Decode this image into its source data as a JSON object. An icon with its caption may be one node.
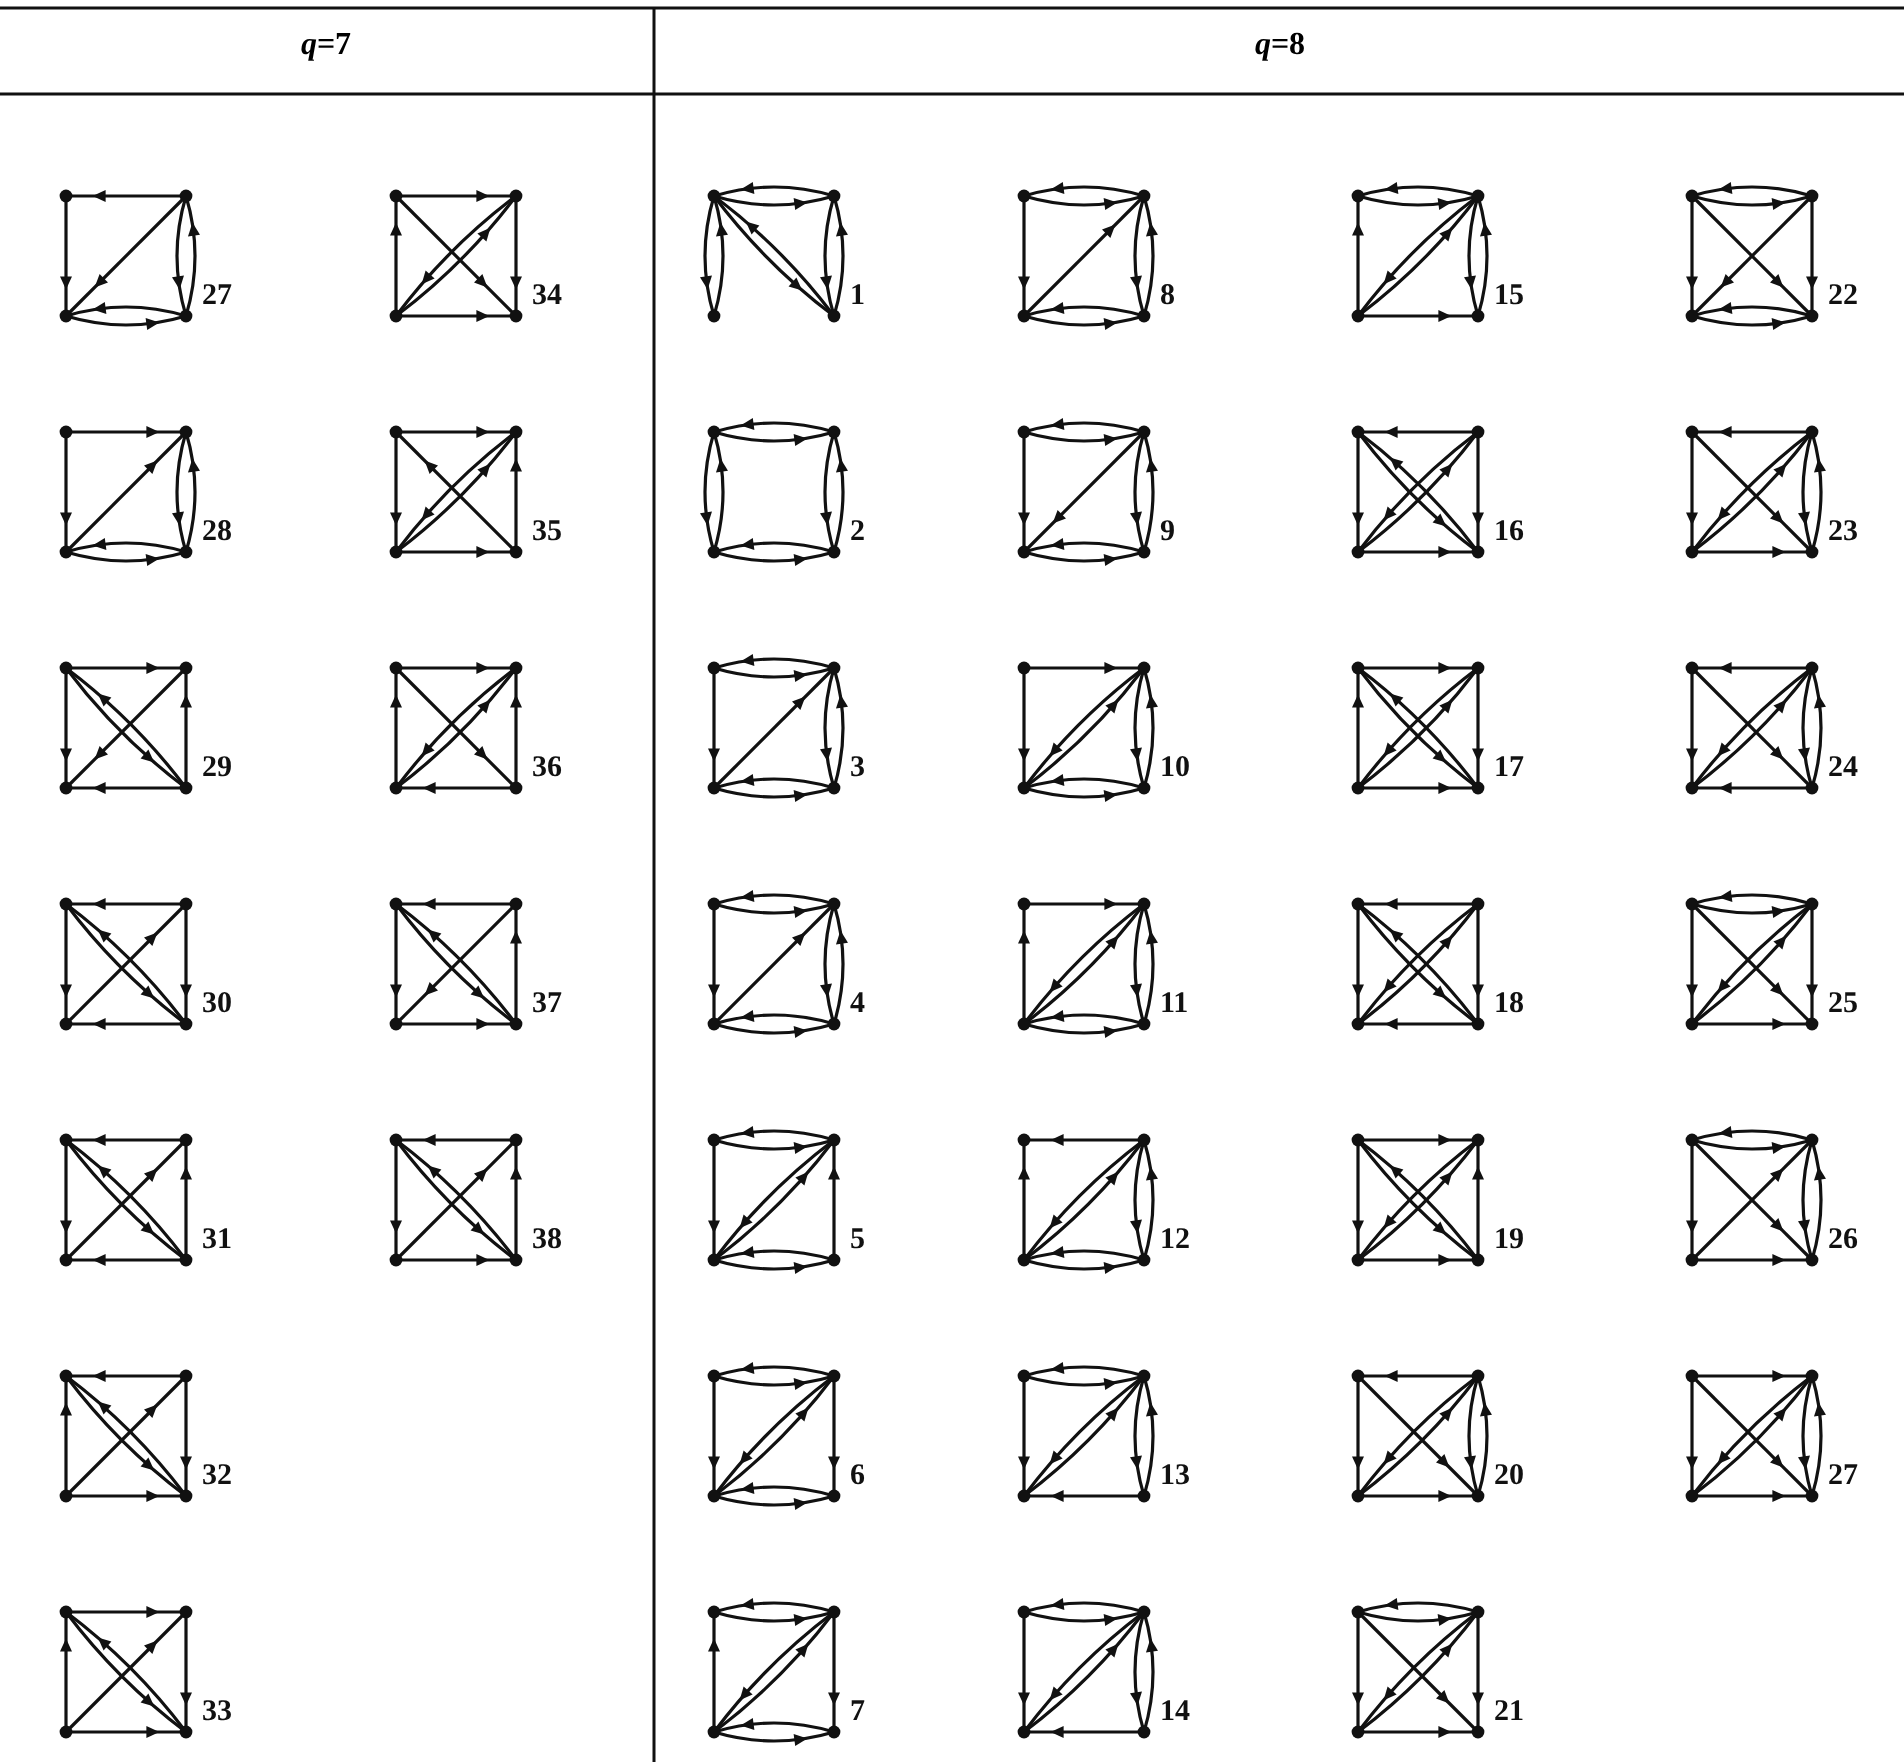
{
  "diagram": {
    "labels": [
      "*q*=7",
      "*q*=8",
      "27",
      "34",
      "1",
      "8",
      "15",
      "22",
      "28",
      "35",
      "2",
      "9",
      "16",
      "23",
      "29",
      "36",
      "3",
      "10",
      "17",
      "24",
      "30",
      "37",
      "4",
      "11",
      "18",
      "25",
      "31",
      "38",
      "5",
      "12",
      "19",
      "26",
      "32",
      "6",
      "13",
      "20",
      "27",
      "33",
      "7",
      "14",
      "21"
    ]
  }
}
